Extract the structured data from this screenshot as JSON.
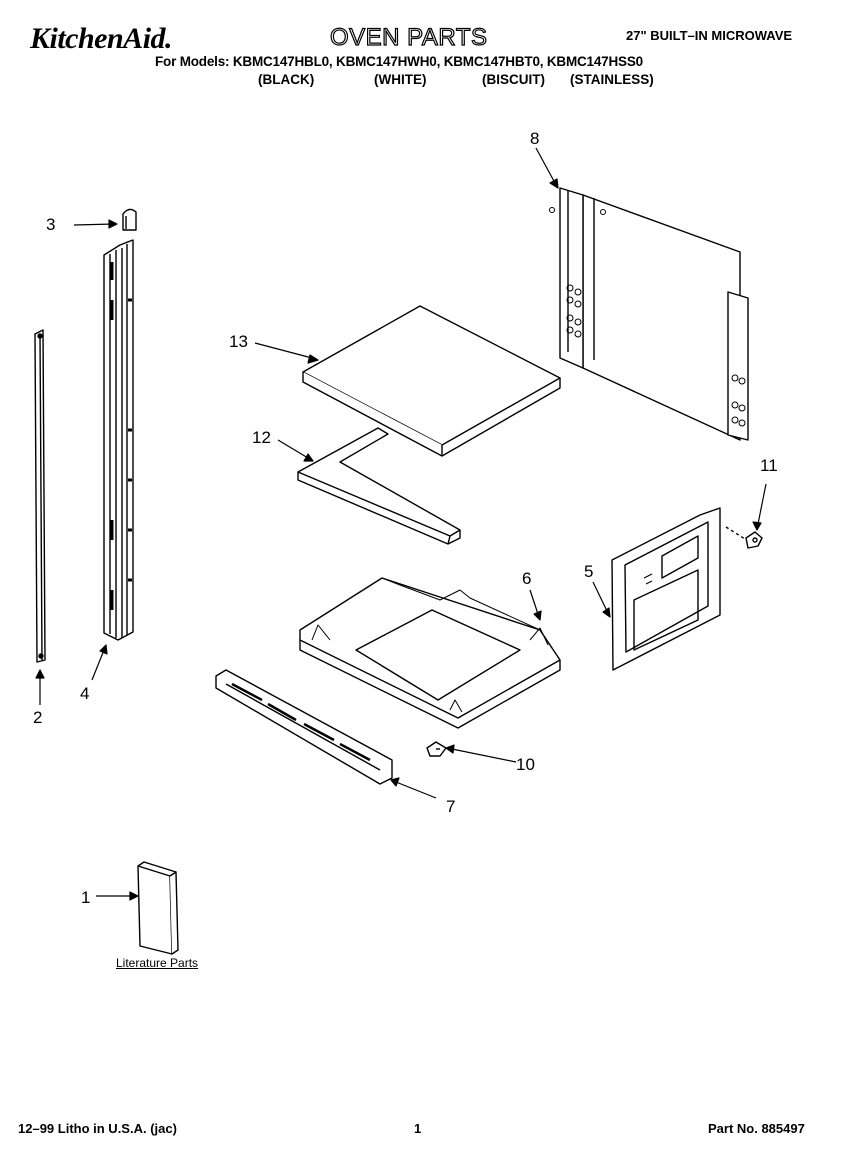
{
  "header": {
    "brand": "KitchenAid.",
    "title": "OVEN PARTS",
    "subtitle": "27\" BUILT–IN MICROWAVE",
    "models_line": "For Models: KBMC147HBL0, KBMC147HWH0, KBMC147HBT0, KBMC147HSS0",
    "colors": [
      "(BLACK)",
      "(WHITE)",
      "(BISCUIT)",
      "(STAINLESS)"
    ]
  },
  "callouts": {
    "c1": "1",
    "c2": "2",
    "c3": "3",
    "c4": "4",
    "c5": "5",
    "c6": "6",
    "c7": "7",
    "c8": "8",
    "c10": "10",
    "c11": "11",
    "c12": "12",
    "c13": "13"
  },
  "literature_label": "Literature Parts",
  "footer": {
    "left": "12–99 Litho in U.S.A. (jac)",
    "page": "1",
    "part_no": "Part No. 885497"
  }
}
